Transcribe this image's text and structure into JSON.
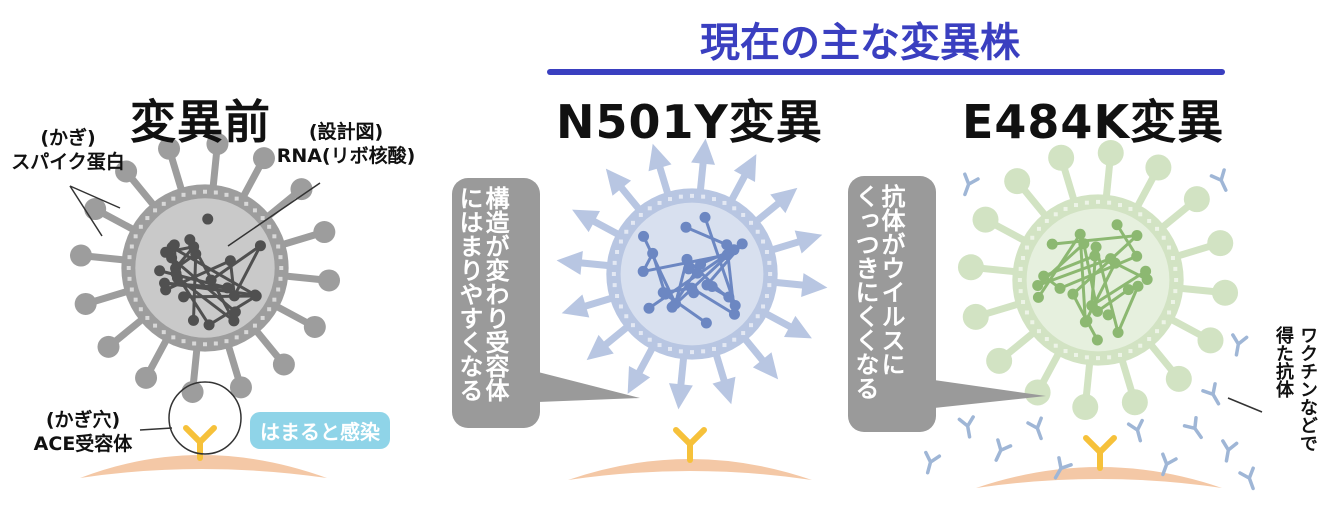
{
  "headline": "現在の主な変異株",
  "panels": {
    "before": {
      "title": "変異前",
      "spike_label_line1": "(かぎ)",
      "spike_label_line2": "スパイク蛋白",
      "rna_label_line1": "(設計図)",
      "rna_label_line2": "RNA(リボ核酸)",
      "ace_label_line1": "(かぎ穴)",
      "ace_label_line2": "ACE受容体",
      "infect_label": "はまると感染"
    },
    "n501y": {
      "title": "N501Y変異",
      "callout_col1": "構造が変わり受容体",
      "callout_col2": "にはまりやすくなる"
    },
    "e484k": {
      "title": "E484K変異",
      "callout_col1": "抗体がウイルスに",
      "callout_col2": "くっつきにくくなる",
      "side_col1": "ワクチンなどで",
      "side_col2": "得た抗体"
    }
  },
  "colors": {
    "headline": "#3a3fc0",
    "virus_before": "#9d9d9d",
    "virus_before_rna": "#505050",
    "virus_n501y": "#b8c6e2",
    "virus_n501y_rna": "#6c87c2",
    "virus_e484k": "#d2e3c3",
    "virus_e484k_rna": "#8cb871",
    "receptor": "#f6c13a",
    "cell_membrane": "#f4c8a6",
    "callout": "#9a9a9a",
    "infect_pill": "#8fd4e8",
    "antibody": "#9fb6d6"
  }
}
